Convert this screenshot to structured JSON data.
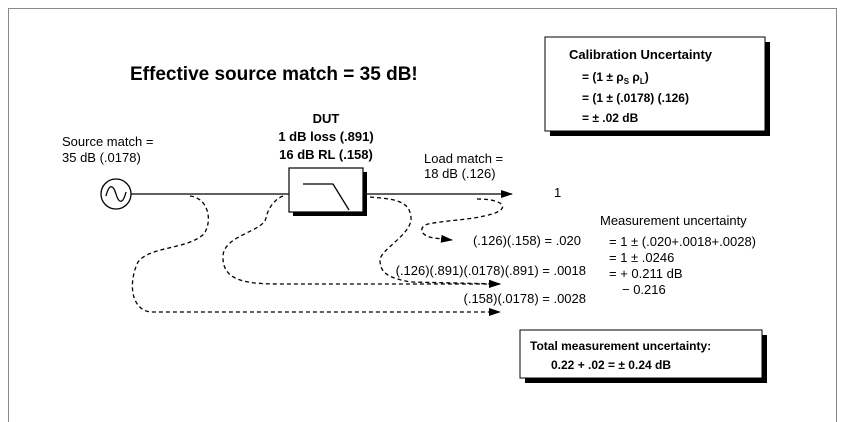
{
  "title": "Effective source match = 35 dB!",
  "calibration": {
    "heading": "Calibration Uncertainty",
    "line1_prefix": "= (1 ± ",
    "rho": "ρ",
    "sub_s": "S",
    "sub_l": "L",
    "line1_suffix": ")",
    "line2": "= (1 ± (.0178) (.126)",
    "line3": "= ± .02 dB"
  },
  "dut": {
    "label": "DUT",
    "loss": "1 dB loss (.891)",
    "rl": "16 dB RL (.158)"
  },
  "source_match": {
    "line1": "Source match =",
    "line2": "35 dB (.0178)"
  },
  "load_match": {
    "line1": "Load match =",
    "line2": "18 dB (.126)"
  },
  "paths": {
    "direct": "1",
    "p1": "(.126)(.158) = .020",
    "p2": "(.126)(.891)(.0178)(.891) = .0018",
    "p3": "(.158)(.0178) = .0028"
  },
  "measurement": {
    "heading": "Measurement uncertainty",
    "line1": "= 1 ± (.020+.0018+.0028)",
    "line2": "= 1 ± .0246",
    "line3": "= + 0.211 dB",
    "line4": "− 0.216"
  },
  "total": {
    "line1": "Total measurement uncertainty:",
    "line2": "0.22 + .02 = ± 0.24 dB"
  },
  "icons": {
    "source": "ac-source-icon",
    "filter": "lowpass-filter-icon"
  }
}
